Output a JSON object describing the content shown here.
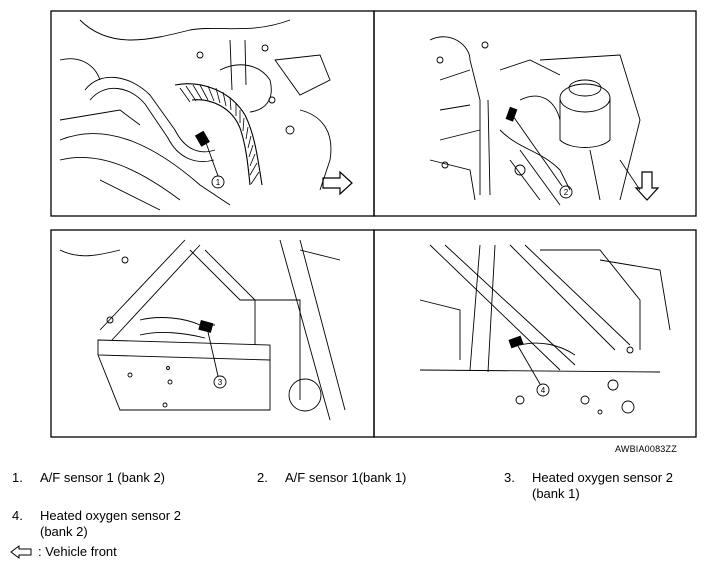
{
  "figure": {
    "id": "AWBIA0083ZZ",
    "callouts": [
      "1",
      "2",
      "3",
      "4"
    ]
  },
  "legend": [
    {
      "num": "1.",
      "text": "A/F sensor 1 (bank 2)"
    },
    {
      "num": "2.",
      "text": "A/F sensor 1(bank 1)"
    },
    {
      "num": "3.",
      "text": "Heated oxygen sensor 2 (bank 1)"
    },
    {
      "num": "4.",
      "text": "Heated oxygen sensor 2 (bank 2)"
    }
  ],
  "vehicle_front": {
    "icon": "vehicle-front-arrow-icon",
    "text": ": Vehicle front"
  }
}
